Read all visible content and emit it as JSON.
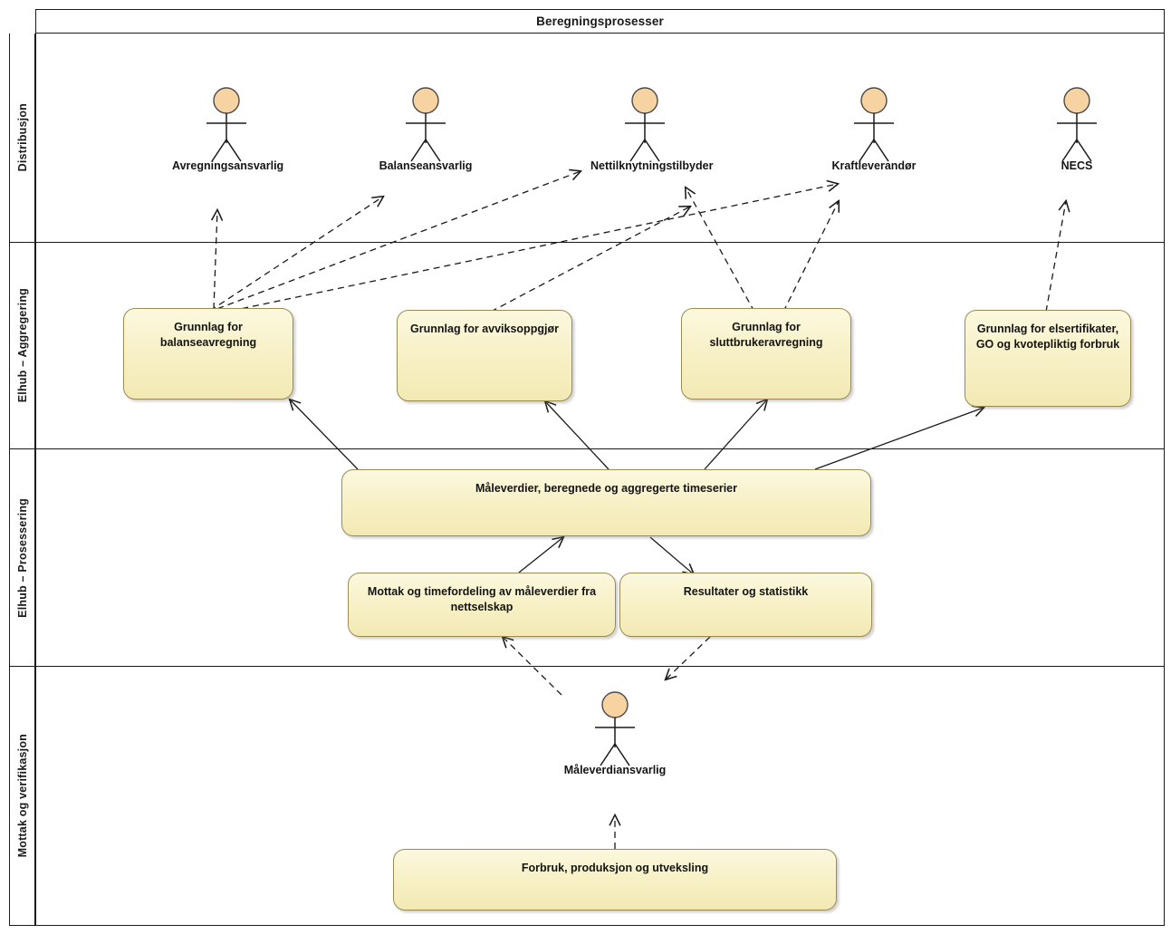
{
  "diagram": {
    "title": "Beregningsprosesser",
    "accent_box_fill": "#f7f0c4",
    "accent_box_border": "#9b8a52",
    "actor_head_fill": "#f7d3a2",
    "line_color": "#1a1a1a"
  },
  "lanes": [
    {
      "id": "distribusjon",
      "label": "Distribusjon"
    },
    {
      "id": "aggregering",
      "label": "Elhub – Aggregering"
    },
    {
      "id": "prosessering",
      "label": "Elhub – Prosessering"
    },
    {
      "id": "mottak",
      "label": "Mottak og verifikasjon"
    }
  ],
  "actors": [
    {
      "id": "avregningsansvarlig",
      "name": "Avregningsansvarlig",
      "lane": "distribusjon"
    },
    {
      "id": "balanseansvarlig",
      "name": "Balanseansvarlig",
      "lane": "distribusjon"
    },
    {
      "id": "nettilknytningstilbyder",
      "name": "Nettilknytningstilbyder",
      "lane": "distribusjon"
    },
    {
      "id": "kraftleverandor",
      "name": "Kraftleverandør",
      "lane": "distribusjon"
    },
    {
      "id": "necs",
      "name": "NECS",
      "lane": "distribusjon"
    },
    {
      "id": "maleverdiansvarlig",
      "name": "Måleverdiansvarlig",
      "lane": "mottak"
    }
  ],
  "nodes": [
    {
      "id": "grunnlag-balanseavregning",
      "label": "Grunnlag for\nbalanseavregning",
      "lane": "aggregering"
    },
    {
      "id": "grunnlag-avviksoppgjor",
      "label": "Grunnlag for avviksoppgjør",
      "lane": "aggregering"
    },
    {
      "id": "grunnlag-sluttbrukeravregning",
      "label": "Grunnlag for\nsluttbrukeravregning",
      "lane": "aggregering"
    },
    {
      "id": "grunnlag-elsertifikater",
      "label": "Grunnlag for elsertifikater,\nGO og kvotepliktig forbruk",
      "lane": "aggregering"
    },
    {
      "id": "maleverdier-timeserier",
      "label": "Måleverdier, beregnede og aggregerte timeserier",
      "lane": "prosessering"
    },
    {
      "id": "mottak-timefordeling",
      "label": "Mottak og timefordeling av måleverdier fra\nnettselskap",
      "lane": "prosessering"
    },
    {
      "id": "resultater-statistikk",
      "label": "Resultater og statistikk",
      "lane": "prosessering"
    },
    {
      "id": "forbruk-produksjon",
      "label": "Forbruk, produksjon og utveksling",
      "lane": "mottak"
    }
  ],
  "edges": [
    {
      "from": "grunnlag-balanseavregning",
      "to": "avregningsansvarlig",
      "style": "dashed"
    },
    {
      "from": "grunnlag-balanseavregning",
      "to": "balanseansvarlig",
      "style": "dashed"
    },
    {
      "from": "grunnlag-balanseavregning",
      "to": "nettilknytningstilbyder",
      "style": "dashed"
    },
    {
      "from": "grunnlag-balanseavregning",
      "to": "kraftleverandor",
      "style": "dashed"
    },
    {
      "from": "grunnlag-avviksoppgjor",
      "to": "nettilknytningstilbyder",
      "style": "dashed"
    },
    {
      "from": "grunnlag-sluttbrukeravregning",
      "to": "nettilknytningstilbyder",
      "style": "dashed"
    },
    {
      "from": "grunnlag-sluttbrukeravregning",
      "to": "kraftleverandor",
      "style": "dashed"
    },
    {
      "from": "grunnlag-elsertifikater",
      "to": "necs",
      "style": "dashed"
    },
    {
      "from": "maleverdier-timeserier",
      "to": "grunnlag-balanseavregning",
      "style": "solid"
    },
    {
      "from": "maleverdier-timeserier",
      "to": "grunnlag-avviksoppgjor",
      "style": "solid"
    },
    {
      "from": "maleverdier-timeserier",
      "to": "grunnlag-sluttbrukeravregning",
      "style": "solid"
    },
    {
      "from": "maleverdier-timeserier",
      "to": "grunnlag-elsertifikater",
      "style": "solid"
    },
    {
      "from": "mottak-timefordeling",
      "to": "maleverdier-timeserier",
      "style": "solid"
    },
    {
      "from": "maleverdier-timeserier",
      "to": "resultater-statistikk",
      "style": "solid"
    },
    {
      "from": "maleverdiansvarlig",
      "to": "mottak-timefordeling",
      "style": "dashed"
    },
    {
      "from": "resultater-statistikk",
      "to": "maleverdiansvarlig",
      "style": "dashed"
    },
    {
      "from": "forbruk-produksjon",
      "to": "maleverdiansvarlig",
      "style": "dashed"
    }
  ]
}
